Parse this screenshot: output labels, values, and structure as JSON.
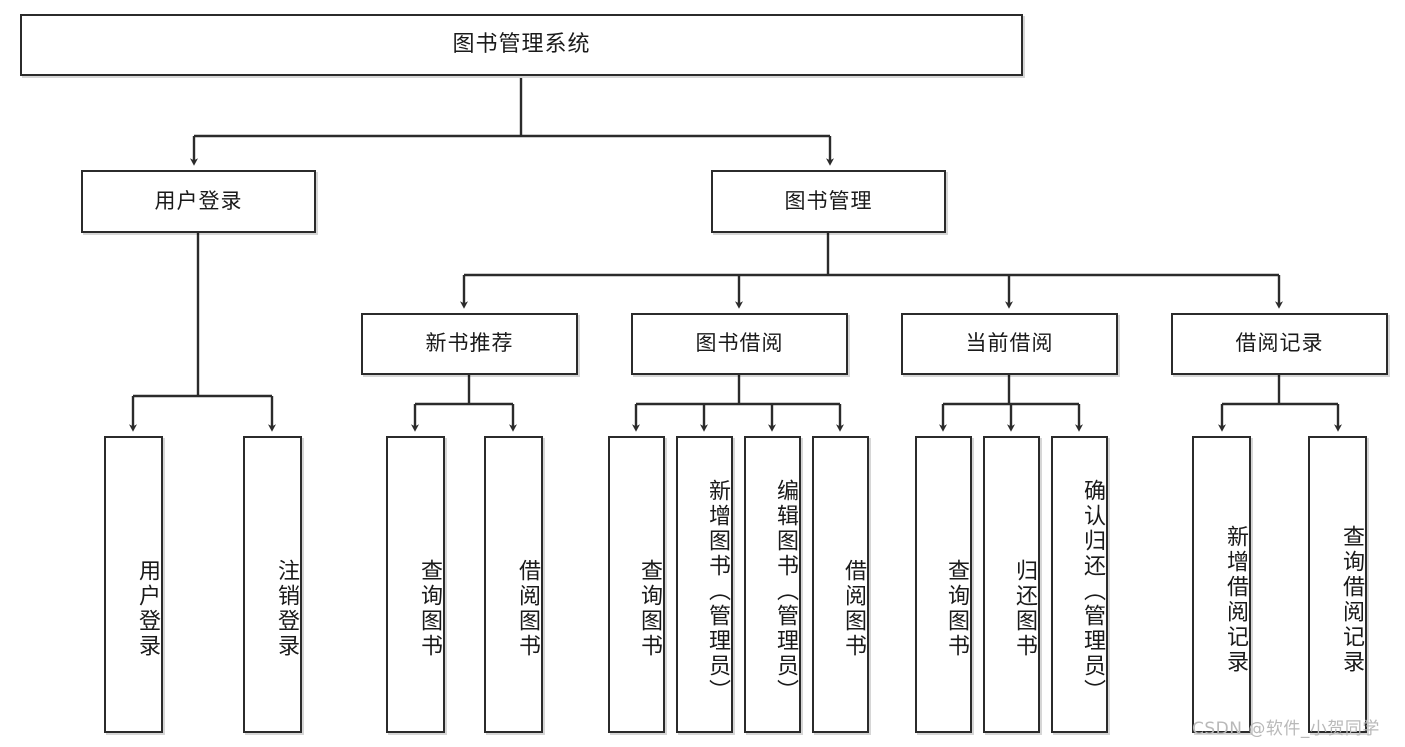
{
  "diagram": {
    "title": "图书管理系统",
    "type": "tree-hierarchy-chart",
    "root": {
      "label": "图书管理系统"
    },
    "level2": [
      {
        "label": "用户登录"
      },
      {
        "label": "图书管理"
      }
    ],
    "level3": [
      {
        "label": "新书推荐"
      },
      {
        "label": "图书借阅"
      },
      {
        "label": "当前借阅"
      },
      {
        "label": "借阅记录"
      }
    ],
    "leaves": {
      "user_login": [
        {
          "label": "用户登录"
        },
        {
          "label": "注销登录"
        }
      ],
      "new_book_recommend": [
        {
          "label": "查询图书"
        },
        {
          "label": "借阅图书"
        }
      ],
      "book_borrow": [
        {
          "label": "查询图书"
        },
        {
          "label": "新增图书（管理员）"
        },
        {
          "label": "编辑图书（管理员）"
        },
        {
          "label": "借阅图书"
        }
      ],
      "current_borrow": [
        {
          "label": "查询图书"
        },
        {
          "label": "归还图书"
        },
        {
          "label": "确认归还（管理员）"
        }
      ],
      "borrow_record": [
        {
          "label": "新增借阅记录"
        },
        {
          "label": "查询借阅记录"
        }
      ]
    }
  },
  "watermark": {
    "text": "CSDN @软件_小贺同学"
  },
  "colors": {
    "box_border": "#2b2b2b",
    "box_fill": "#ffffff",
    "connector": "#2b2b2b",
    "text": "#1a1a1a",
    "watermark": "#b9b9b9",
    "background": "#ffffff"
  }
}
